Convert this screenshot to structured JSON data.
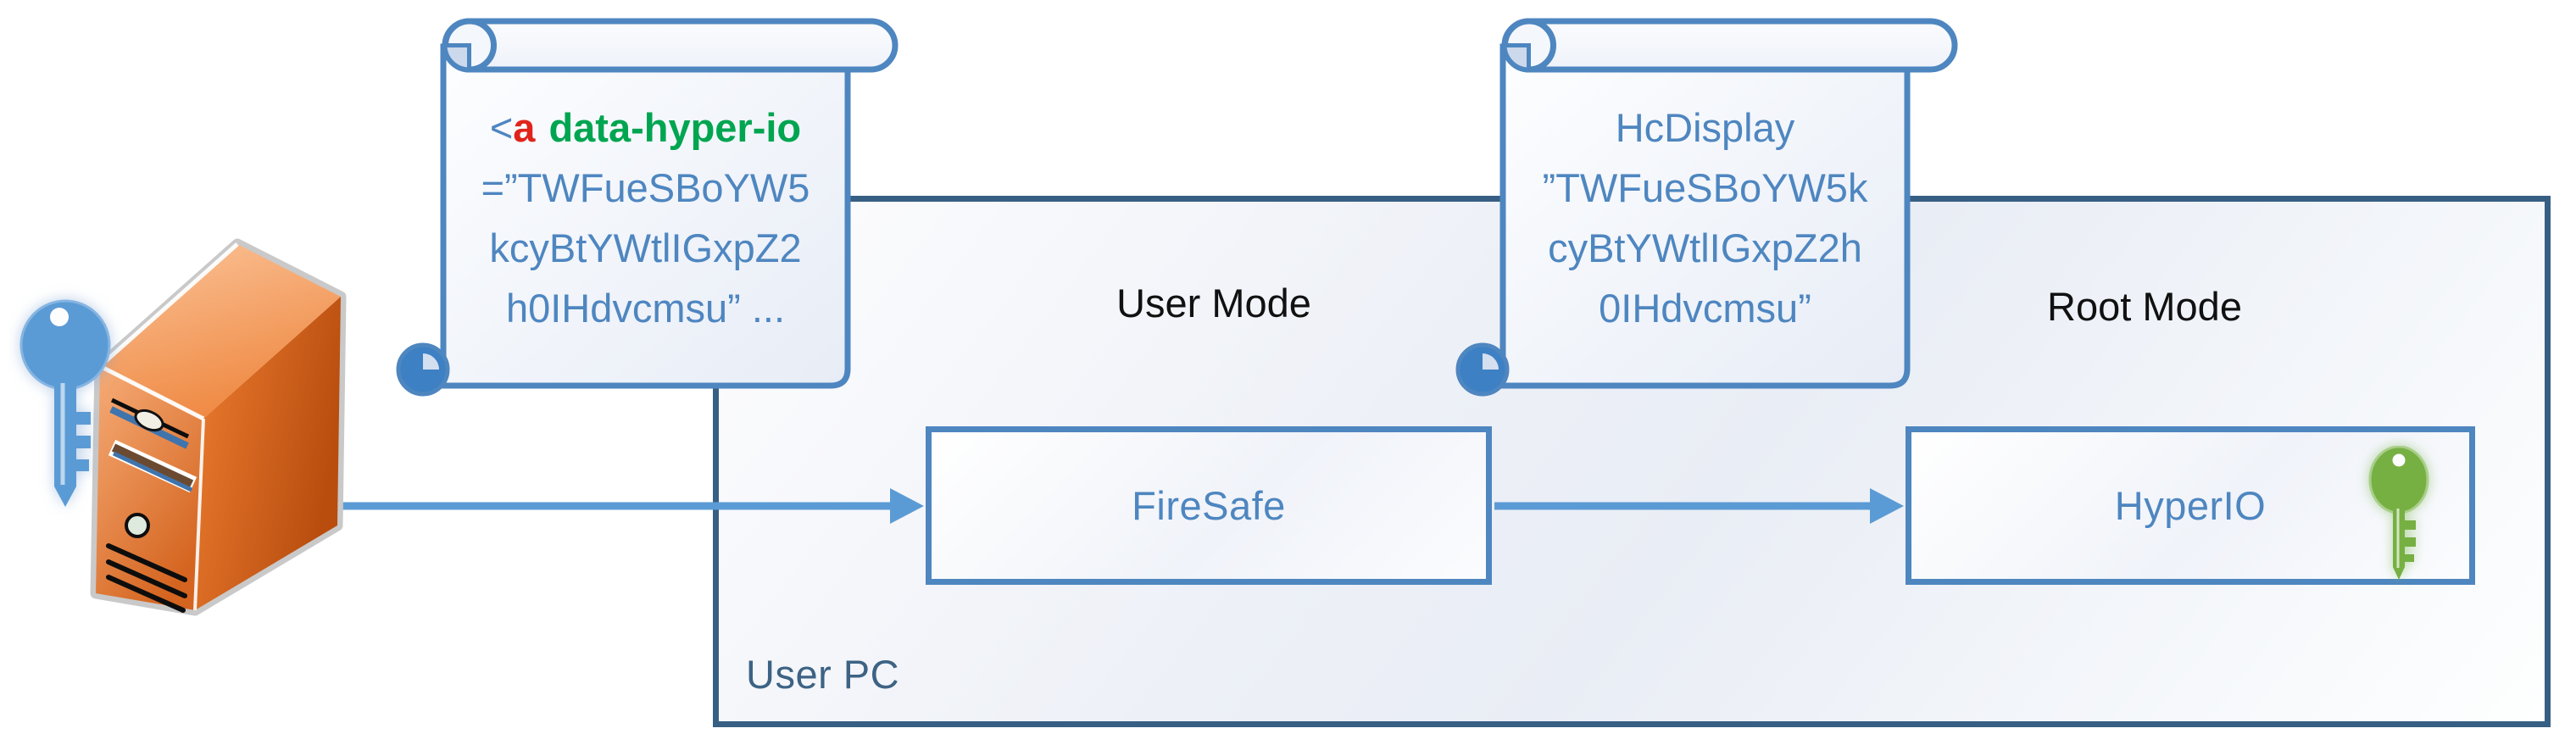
{
  "user_pc": {
    "label": "User PC"
  },
  "modes": {
    "user_mode": "User Mode",
    "root_mode": "Root Mode"
  },
  "nodes": {
    "firesafe": "FireSafe",
    "hyperio": "HyperIO"
  },
  "code_note": {
    "open_bracket": "<",
    "tag": "a",
    "attribute": "data-hyper-io",
    "line2": "=”TWFueSBoYW5",
    "line3": "kcyBtYWtlIGxpZ2",
    "line4": "h0IHdvcmsu” ..."
  },
  "display_note": {
    "line1": "HcDisplay",
    "line2": "”TWFueSBoYW5k",
    "line3": "cyBtYWtlIGxpZ2h",
    "line4": "0IHdvcmsu”"
  },
  "edges": [
    {
      "from": "user-pc-tower",
      "to": "FireSafe"
    },
    {
      "from": "FireSafe",
      "to": "HyperIO"
    }
  ],
  "colors": {
    "steel_blue": "#4e86c0",
    "dark_blue": "#375f84",
    "arrow_blue": "#5b9bd5",
    "tag_red": "#e0241b",
    "attr_green": "#00a550",
    "key_blue": "#5b9bd5",
    "key_green": "#76b043",
    "tower_orange": "#e87d35"
  }
}
